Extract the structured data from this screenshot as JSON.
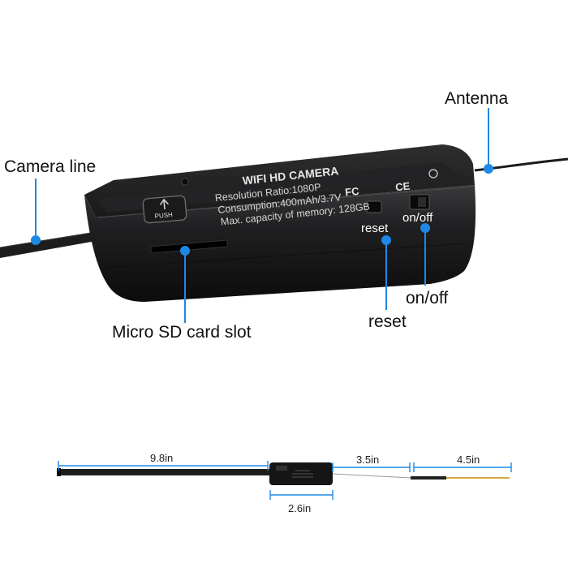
{
  "callouts": {
    "antenna": "Antenna",
    "camera_line": "Camera line",
    "sd_slot": "Micro SD card slot",
    "onoff": "on/off",
    "reset": "reset"
  },
  "device": {
    "title": "WIFI HD CAMERA",
    "line1": "Resolution Ratio:1080P",
    "line2": "Consumption:400mAh/3.7V",
    "line3": "Max. capacity of memory: 128GB",
    "fc_mark": "FC",
    "ce_mark": "CE",
    "push_label": "PUSH",
    "reset_label": "reset",
    "onoff_label": "on/off"
  },
  "dimensions": {
    "cable_length": "9.8in",
    "body_length": "2.6in",
    "wire_length": "3.5in",
    "antenna_length": "4.5in"
  },
  "colors": {
    "accent": "#1e88e5",
    "device": "#1c1c1e",
    "cable": "#2a2a2a"
  }
}
